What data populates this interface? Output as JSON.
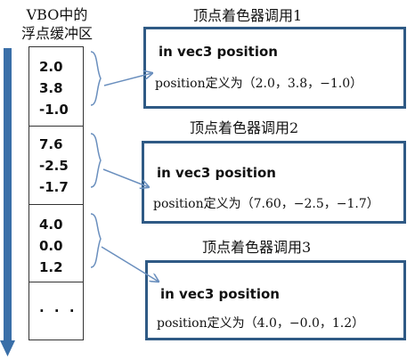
{
  "buffer_title": [
    "VBO中的",
    "浮点缓冲区"
  ],
  "vbo_groups": [
    [
      "2.0",
      "3.8",
      "-1.0"
    ],
    [
      "7.6",
      "-2.5",
      "-1.7"
    ],
    [
      "4.0",
      "0.0",
      "1.2"
    ],
    [
      ". . ."
    ]
  ],
  "shader_calls": [
    {
      "label": "顶点着色器调用1",
      "declaration": "in vec3 position",
      "description": "position定义为（2.0，3.8，−1.0）"
    },
    {
      "label": "顶点着色器调用2",
      "declaration": "in vec3 position",
      "description": "position定义为（7.60，−2.5，−1.7）"
    },
    {
      "label": "顶点着色器调用3",
      "declaration": "in vec3 position",
      "description": "position定义为（4.0，−0.0，1.2）"
    }
  ],
  "colors": {
    "arrow": "#3a6fa8",
    "box_border": "#2f5a85",
    "connector": "#6a8fbe"
  }
}
